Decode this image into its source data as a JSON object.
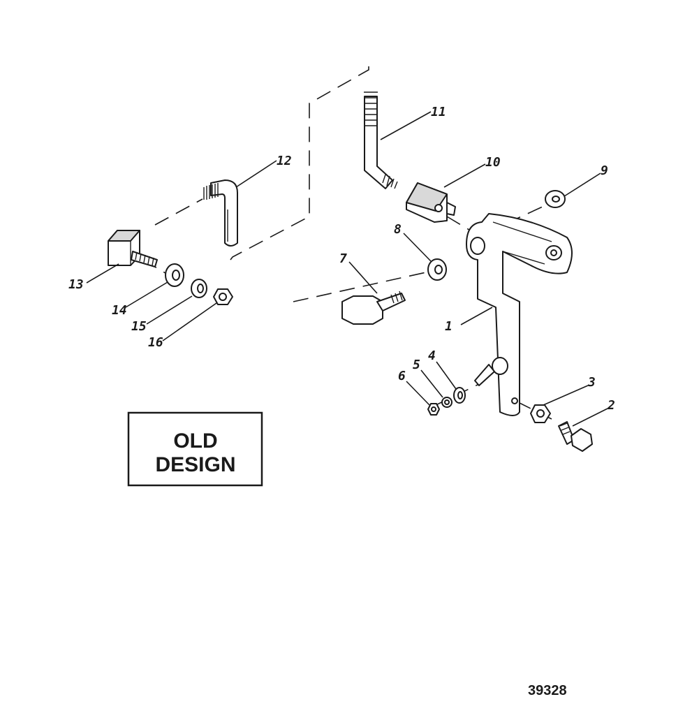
{
  "callouts": {
    "c1": "1",
    "c2": "2",
    "c3": "3",
    "c4": "4",
    "c5": "5",
    "c6": "6",
    "c7": "7",
    "c8": "8",
    "c9": "9",
    "c10": "10",
    "c11": "11",
    "c12": "12",
    "c13": "13",
    "c14": "14",
    "c15": "15",
    "c16": "16"
  },
  "design_box": {
    "line1": "OLD",
    "line2": "DESIGN"
  },
  "figure_number": "39328"
}
